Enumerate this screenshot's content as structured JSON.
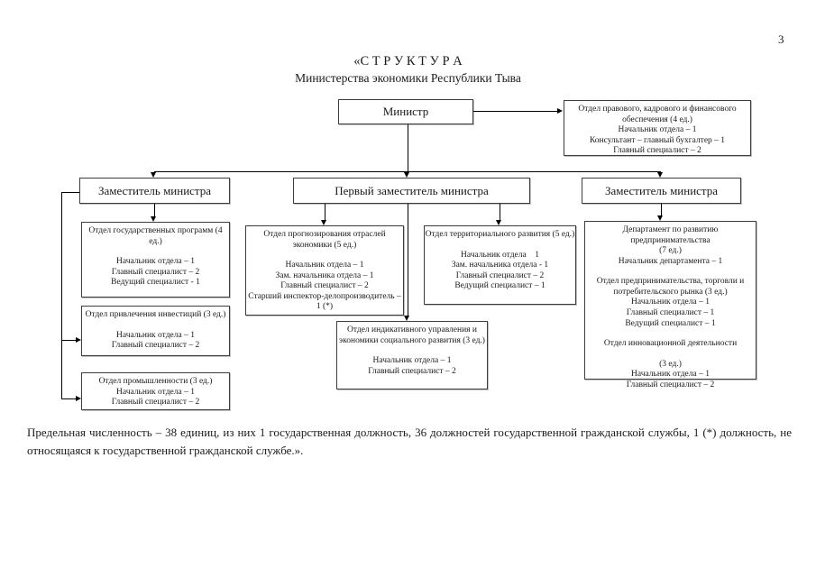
{
  "page": {
    "number": "3"
  },
  "title": {
    "line1": "«С Т Р У К Т У Р А",
    "line2": "Министерства экономики Республики Тыва"
  },
  "minister": {
    "label": "Министр"
  },
  "legal_office": {
    "title": "Отдел правового, кадрового и  финансового обеспечения (4 ед.)",
    "staff": [
      "Начальник отдела – 1",
      "Консультант – главный бухгалтер – 1",
      "Главный специалист – 2"
    ]
  },
  "deputies": {
    "left": "Заместитель министра",
    "first": "Первый заместитель министра",
    "right": "Заместитель министра"
  },
  "state_programs": {
    "title": "Отдел государственных программ (4 ед.)",
    "staff": [
      "Начальник отдела – 1",
      "Главный специалист – 2",
      "Ведущий специалист - 1"
    ]
  },
  "investments": {
    "title": "Отдел привлечения инвестиций (3 ед.)",
    "staff": [
      "Начальник отдела – 1",
      "Главный специалист – 2"
    ]
  },
  "industry": {
    "title": "Отдел промышленности (3 ед.)",
    "staff": [
      "Начальник отдела – 1",
      "Главный специалист – 2"
    ]
  },
  "forecasting": {
    "title": "Отдел прогнозирования отраслей экономики (5 ед.)",
    "staff": [
      "Начальник отдела – 1",
      "Зам. начальника отдела – 1",
      "Главный специалист – 2",
      "Старший инспектор-делопроизводитель – 1 (*)"
    ]
  },
  "territorial": {
    "title": "Отдел территориального развития (5 ед.)",
    "staff": [
      "Начальник отдела    1",
      "Зам. начальника отдела - 1",
      "Главный специалист – 2",
      "Ведущий специалист – 1"
    ]
  },
  "indicative": {
    "title": "Отдел индикативного управления и экономики социального развития (3 ед.)",
    "staff": [
      "Начальник отдела – 1",
      "Главный специалист – 2"
    ]
  },
  "entrepreneurship": {
    "dept_title": "Департамент по развитию предпринимательства",
    "dept_units": "(7 ед.)",
    "dept_head": "Начальник департамента – 1",
    "trade_title": "Отдел предпринимательства, торговли и потребительского рынка (3 ед.)",
    "trade_staff": [
      "Начальник отдела – 1",
      "Главный специалист – 1",
      "Ведущий специалист – 1"
    ],
    "innovation_title": "Отдел инновационной деятельности",
    "innovation_units": "(3 ед.)",
    "innovation_staff": [
      "Начальник отдела – 1",
      "Главный специалист – 2"
    ]
  },
  "footnote": "Предельная численность – 38 единиц, из них 1 государственная должность, 36 должностей государственной гражданской службы, 1 (*) должность, не относящаяся к государственной гражданской службе.»."
}
